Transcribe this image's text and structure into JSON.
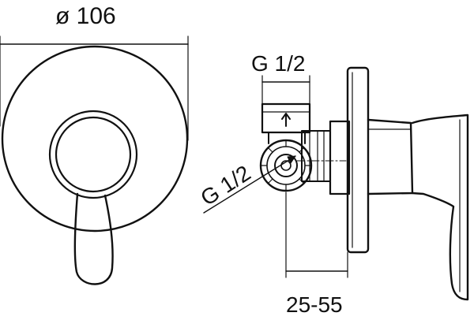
{
  "dimensions": {
    "diameter": "ø 106",
    "thread_top": "G 1/2",
    "thread_side": "G 1/2",
    "depth_range": "25-55"
  },
  "colors": {
    "line": "#111111",
    "background": "#ffffff"
  }
}
